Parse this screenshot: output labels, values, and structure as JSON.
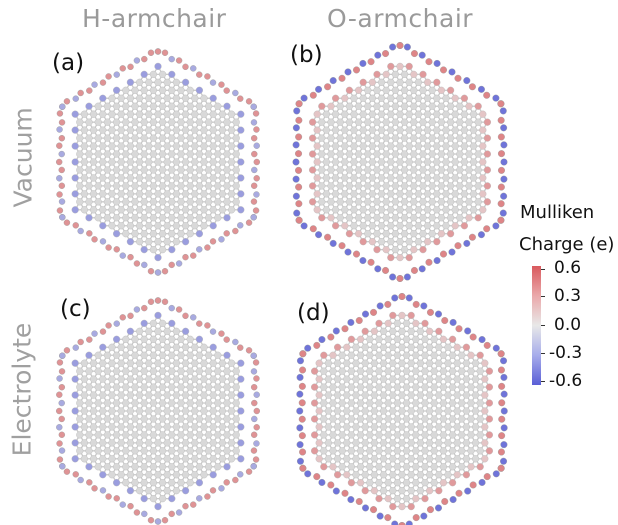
{
  "columns": [
    "H-armchair",
    "O-armchair"
  ],
  "rows": [
    "Vacuum",
    "Electrolyte"
  ],
  "panels": [
    {
      "label": "(a)",
      "termination": "H-armchair",
      "medium": "Vacuum"
    },
    {
      "label": "(b)",
      "termination": "O-armchair",
      "medium": "Vacuum"
    },
    {
      "label": "(c)",
      "termination": "H-armchair",
      "medium": "Electrolyte"
    },
    {
      "label": "(d)",
      "termination": "O-armchair",
      "medium": "Electrolyte"
    }
  ],
  "legend": {
    "title_line1": "Mulliken",
    "title_line2": "Charge (e)",
    "ticks": [
      "0.6",
      "0.3",
      "0.0",
      "-0.3",
      "-0.6"
    ],
    "max": 0.6,
    "min": -0.6
  },
  "colors": {
    "positive": "#d95a5e",
    "neutral": "#e8e8e8",
    "negative": "#5a5fd6",
    "carbon": "#d9d9d9",
    "bond": "#c8c8c8",
    "heading": "#9a9a9a"
  }
}
